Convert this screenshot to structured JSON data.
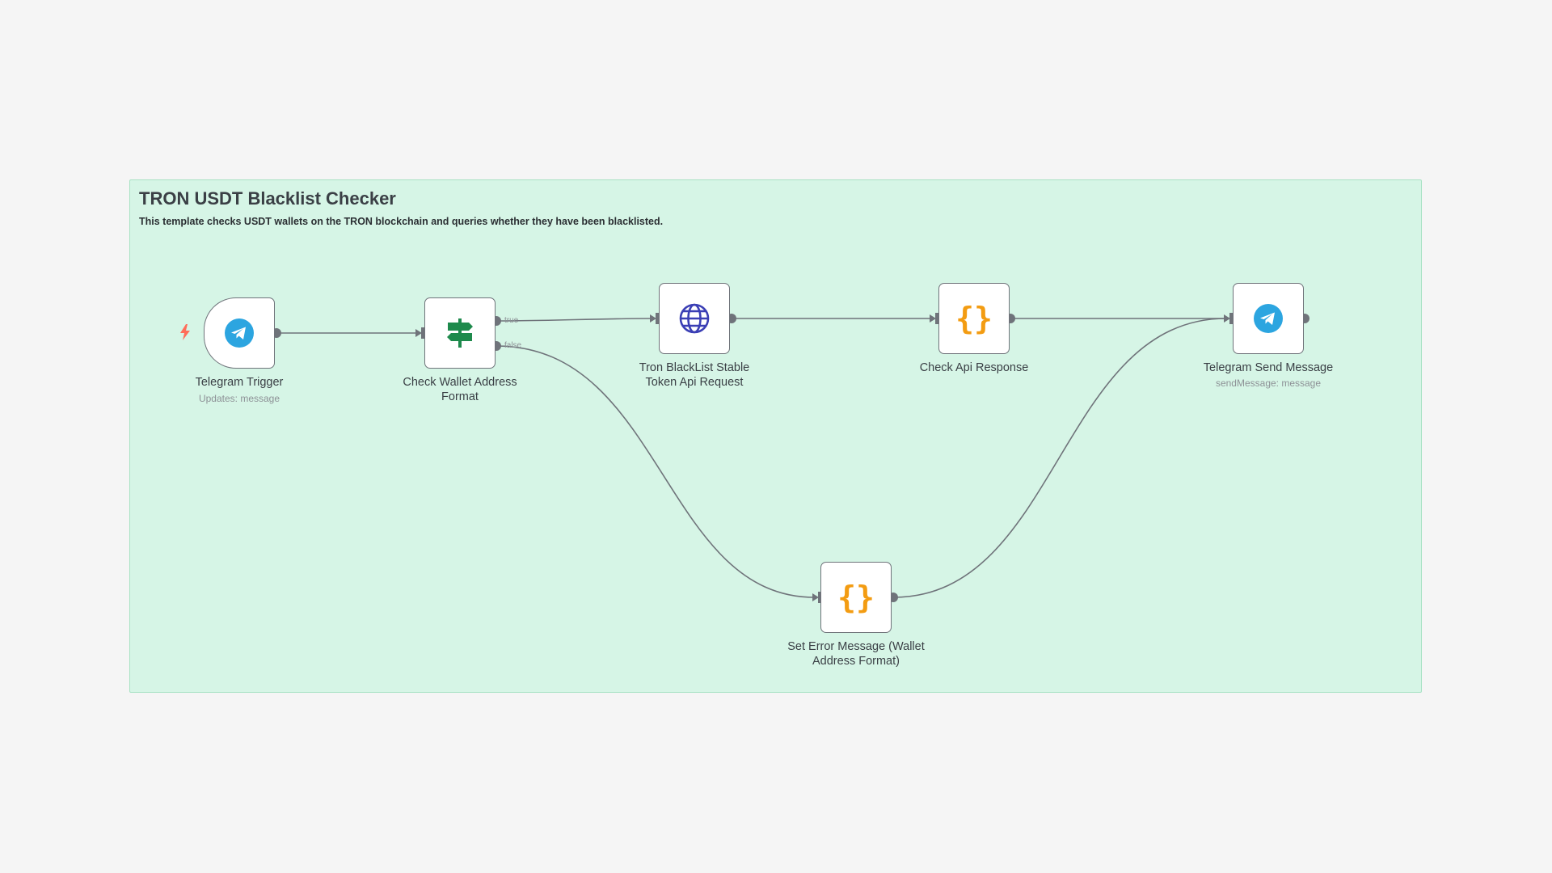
{
  "sticky": {
    "title": "TRON USDT Blacklist Checker",
    "description": "This template checks USDT wallets on the TRON blockchain and queries whether they have been blacklisted."
  },
  "nodes": [
    {
      "id": "telegram-trigger",
      "label": "Telegram Trigger",
      "subtitle": "Updates: message",
      "icon": "telegram-icon"
    },
    {
      "id": "check-wallet-address-format",
      "label": "Check Wallet Address Format",
      "subtitle": "",
      "icon": "signpost-icon",
      "outputs": [
        "true",
        "false"
      ]
    },
    {
      "id": "tron-blacklist-api-request",
      "label": "Tron BlackList Stable Token Api Request",
      "subtitle": "",
      "icon": "globe-icon"
    },
    {
      "id": "check-api-response",
      "label": "Check Api Response",
      "subtitle": "",
      "icon": "code-braces-icon"
    },
    {
      "id": "telegram-send-message",
      "label": "Telegram Send Message",
      "subtitle": "sendMessage: message",
      "icon": "telegram-icon"
    },
    {
      "id": "set-error-message",
      "label": "Set Error Message (Wallet Address Format)",
      "subtitle": "",
      "icon": "code-braces-icon"
    }
  ],
  "colors": {
    "sticky_bg": "#d6f5e6",
    "telegram": "#2ca5e0",
    "signpost": "#1e8a4c",
    "globe": "#3b3fb5",
    "code": "#f39c12",
    "trigger_bolt": "#ff6d5a",
    "edge": "#6f737a"
  }
}
